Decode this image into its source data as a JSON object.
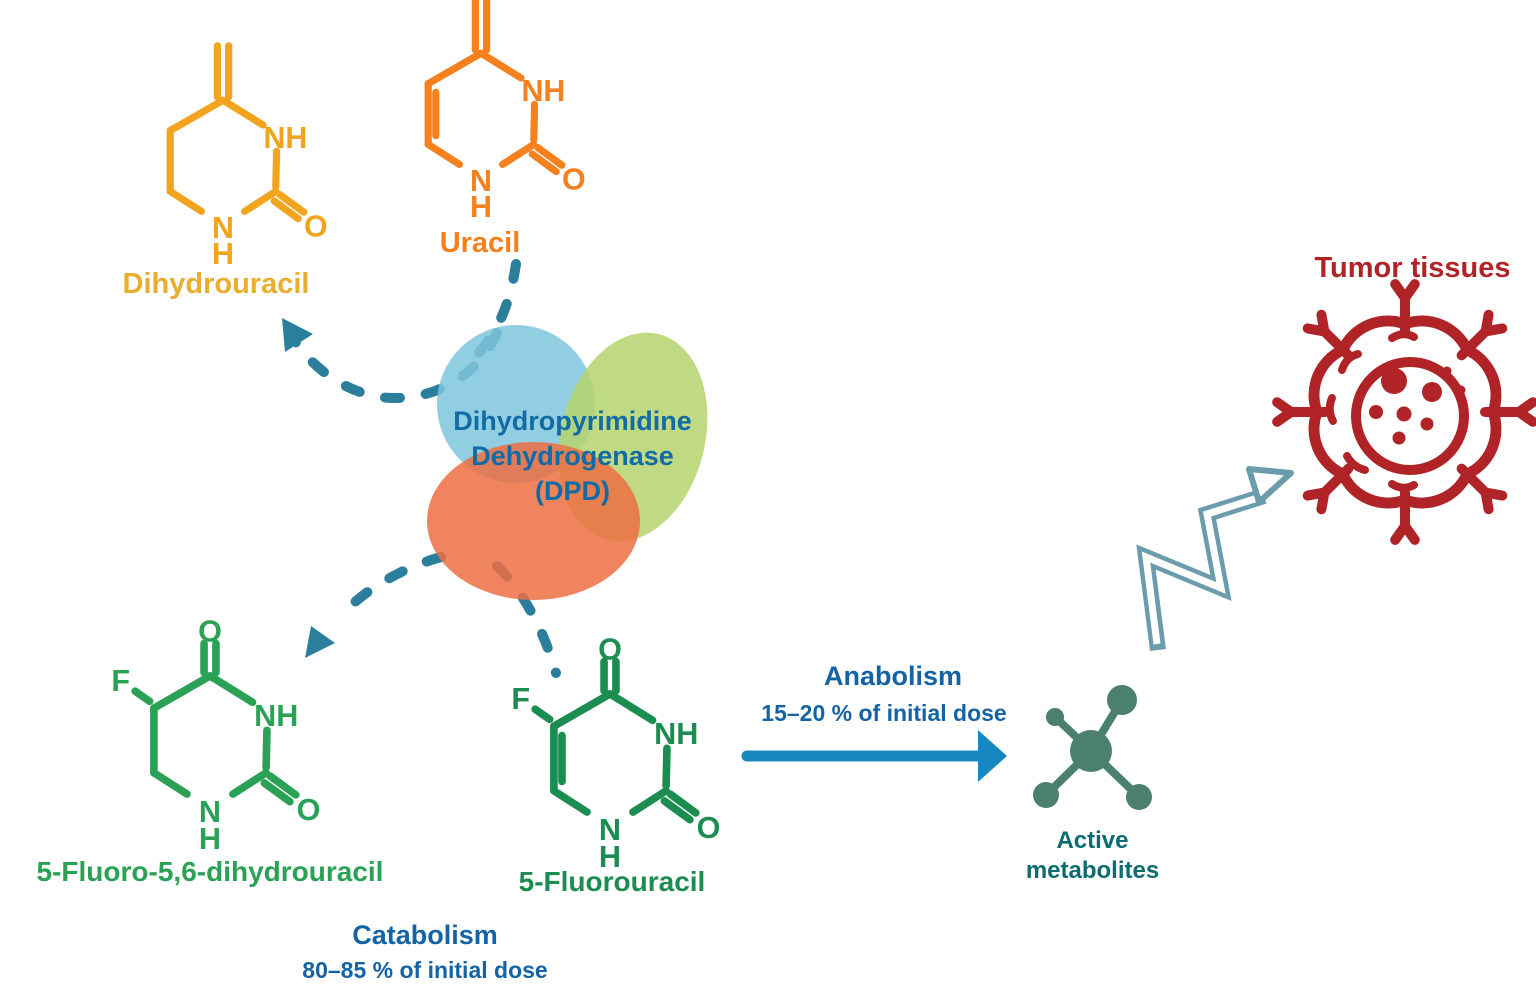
{
  "molecules": {
    "dihydrouracil": {
      "label": "Dihydrouracil"
    },
    "uracil": {
      "label": "Uracil"
    },
    "fluorodihydrouracil": {
      "label": "5-Fluoro-5,6-dihydrouracil"
    },
    "fluorouracil": {
      "label": "5-Fluorouracil"
    }
  },
  "atoms": {
    "nh": "NH",
    "n": "N",
    "h": "H",
    "o": "O",
    "f": "F"
  },
  "enzyme": {
    "line1": "Dihydropyrimidine",
    "line2": "Dehydrogenase",
    "line3": "(DPD)"
  },
  "pathways": {
    "catabolism": {
      "title": "Catabolism",
      "dose": "80–85 % of initial dose"
    },
    "anabolism": {
      "title": "Anabolism",
      "dose": "15–20 % of initial dose"
    }
  },
  "active_metabolites": {
    "line1": "Active",
    "line2": "metabolites"
  },
  "tumor": {
    "label": "Tumor tissues"
  },
  "icons": {
    "enzyme_venn": "three-overlapping-ellipses",
    "active_metabolites": "molecule-cluster-icon",
    "tumor": "tumor-cell-icon",
    "catabolism_routes": "dashed-curved-arrows",
    "anabolism_route": "solid-right-arrow",
    "delivery_route": "zigzag-up-arrow"
  },
  "colors": {
    "arrow-teal": "#2b7f9d",
    "solid-arrow-blue": "#1787c0",
    "pathway-text-blue": "#1464a5",
    "dpd-text-blue": "#116ba4",
    "dihydrouracil-yellow": "#f2a41e",
    "dihydrouracil-label-gold": "#e8ae2e",
    "uracil-orange": "#f5801e",
    "fdhu-green": "#2aa155",
    "fu-green": "#1c8d50",
    "venn-blue": "#7fc5dc",
    "venn-green": "#b5d46d",
    "venn-orange": "#ec6f43",
    "zigzag-slate": "#6b9cab",
    "metabolite-teal-green": "#4b8070",
    "metabolite-text-teal": "#0e6b70",
    "tumor-red": "#b02427"
  }
}
